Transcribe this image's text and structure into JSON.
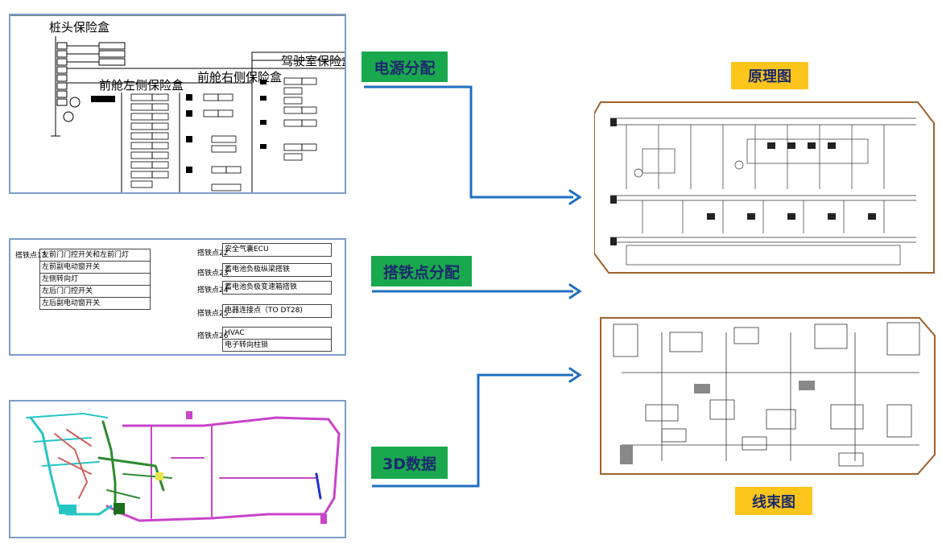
{
  "labels": {
    "power": "电源分配",
    "ground": "搭铁点分配",
    "data3d": "3D数据",
    "schematic": "原理图",
    "harness": "线束图"
  },
  "fuse_panel": {
    "title_pile": "桩头保险盒",
    "title_front_left": "前舱左侧保险盒",
    "title_front_right": "前舱右侧保险盒",
    "title_cab": "驾驶室保险盒"
  },
  "ground_panel": {
    "left": {
      "point": "搭铁点13",
      "items": [
        "左前门门控开关和左前门灯",
        "左前副电动窗开关",
        "左侧转向灯",
        "左后门门控开关",
        "左后副电动窗开关"
      ]
    },
    "right": [
      {
        "point": "搭铁点22",
        "items": [
          "安全气囊ECU"
        ]
      },
      {
        "point": "搭铁点23",
        "items": [
          "蓄电池负极纵梁搭铁"
        ]
      },
      {
        "point": "搭铁点24",
        "items": [
          "蓄电池负极变速箱搭铁"
        ]
      },
      {
        "point": "搭铁点25",
        "items": [
          "电器连接点（TO DT28)"
        ]
      },
      {
        "point": "搭铁点26",
        "items": [
          "HVAC",
          "电子转向柱锁"
        ]
      }
    ]
  },
  "colors": {
    "panel_border": "#7c9ec9",
    "arrow": "#1f6fc0",
    "green_label": "#1aa84f",
    "yellow_label": "#fbc51c",
    "frame_brown": "#a0612a"
  }
}
